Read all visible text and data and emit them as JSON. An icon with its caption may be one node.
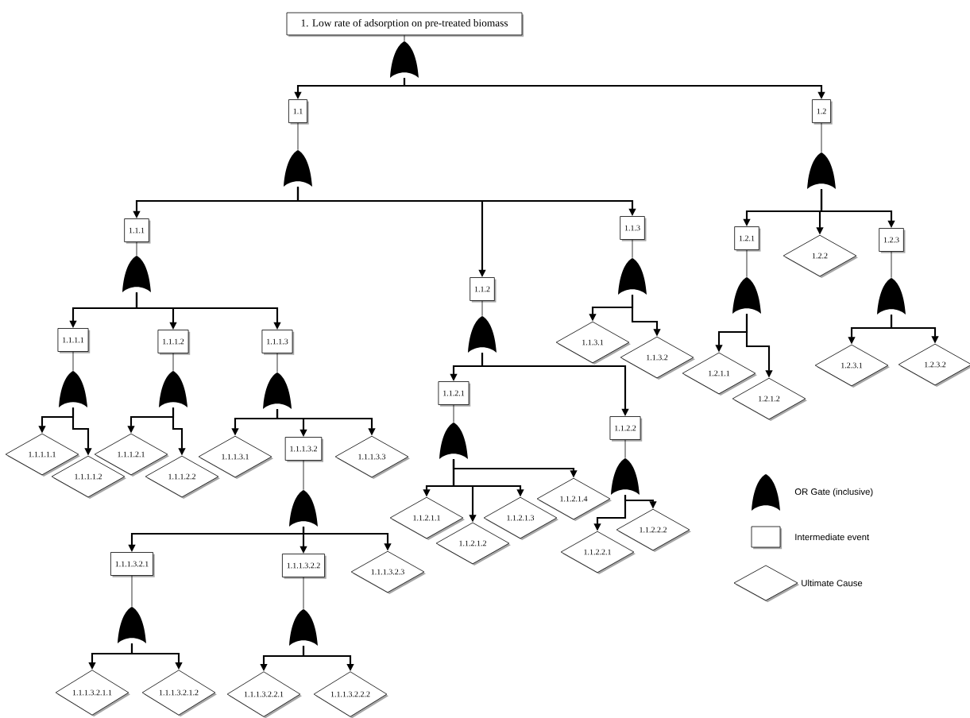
{
  "diagram": {
    "nodes": [
      {
        "text": [
          "1. Low rate of adsorption on pre-treated biomass"
        ]
      },
      {
        "text": [],
        "shape": "gate"
      },
      {
        "text": [
          "1.1"
        ]
      },
      {
        "text": [],
        "shape": "gate"
      },
      {
        "text": [
          "1.1.1"
        ]
      },
      {
        "text": [],
        "shape": "gate"
      },
      {
        "text": [
          "1.1.1.1"
        ]
      },
      {
        "text": [],
        "shape": "gate"
      },
      {
        "text": [
          "1.1.1.1.1"
        ]
      },
      {
        "text": [
          "1.1.1.1.2"
        ]
      },
      {
        "text": [
          "1.1.1.2"
        ]
      },
      {
        "text": [],
        "shape": "gate"
      },
      {
        "text": [
          "1.1.1.2.1"
        ]
      },
      {
        "text": [
          "1.1.1.2.2"
        ]
      },
      {
        "text": [
          "1.1.1.3"
        ]
      },
      {
        "text": [],
        "shape": "gate"
      },
      {
        "text": [
          "1.1.1.3.1"
        ]
      },
      {
        "text": [
          "1.1.1.3.2"
        ]
      },
      {
        "text": [],
        "shape": "gate"
      },
      {
        "text": [
          "1.1.1.3.2.1"
        ]
      },
      {
        "text": [],
        "shape": "gate"
      },
      {
        "text": [
          "1.1.1.3.2.1.1"
        ]
      },
      {
        "text": [
          "1.1.1.3.2.1.2"
        ]
      },
      {
        "text": [
          "1.1.1.3.2.2"
        ]
      },
      {
        "text": [],
        "shape": "gate"
      },
      {
        "text": [
          "1.1.1.3.2.2.1"
        ]
      },
      {
        "text": [
          "1.1.1.3.2.2.2"
        ]
      },
      {
        "text": [
          "1.1.1.3.2.3"
        ]
      },
      {
        "text": [
          "1.1.1.3.3"
        ]
      },
      {
        "text": [
          "1.1.2"
        ]
      },
      {
        "text": [],
        "shape": "gate"
      },
      {
        "text": [
          "1.1.2.1"
        ]
      },
      {
        "text": [],
        "shape": "gate"
      },
      {
        "text": [
          "1.1.2.1.1"
        ]
      },
      {
        "text": [
          "1.1.2.1.2"
        ]
      },
      {
        "text": [
          "1.1.2.1.3"
        ]
      },
      {
        "text": [
          "1.1.2.1.4"
        ]
      },
      {
        "text": [
          "1.1.2.2"
        ]
      },
      {
        "text": [],
        "shape": "gate"
      },
      {
        "text": [
          "1.1.2.2.1"
        ]
      },
      {
        "text": [
          "1.1.2.2.2"
        ]
      },
      {
        "text": [
          "1.1.3"
        ]
      },
      {
        "text": [],
        "shape": "gate"
      },
      {
        "text": [
          "1.1.3.1"
        ]
      },
      {
        "text": [
          "1.1.3.2"
        ]
      },
      {
        "text": [
          "1.2"
        ]
      },
      {
        "text": [],
        "shape": "gate"
      },
      {
        "text": [
          "1.2.1"
        ]
      },
      {
        "text": [],
        "shape": "gate"
      },
      {
        "text": [
          "1.2.1.1"
        ]
      },
      {
        "text": [
          "1.2.1.2"
        ]
      },
      {
        "text": [
          "1.2.2"
        ]
      },
      {
        "text": [
          "1.2.3"
        ]
      },
      {
        "text": [],
        "shape": "gate"
      },
      {
        "text": [
          "1.2.3.1"
        ]
      },
      {
        "text": [
          "1.2.3.2"
        ]
      }
    ],
    "edges": [
      {
        "from": 0,
        "to": 1,
        "arrow": "none"
      },
      {
        "from": 1,
        "to": 2,
        "arrow": "to"
      },
      {
        "from": 1,
        "to": 45,
        "arrow": "to"
      },
      {
        "from": 2,
        "to": 3,
        "arrow": "none"
      },
      {
        "from": 3,
        "to": 4,
        "arrow": "to"
      },
      {
        "from": 3,
        "to": 29,
        "arrow": "to"
      },
      {
        "from": 3,
        "to": 41,
        "arrow": "to"
      },
      {
        "from": 4,
        "to": 5,
        "arrow": "none"
      },
      {
        "from": 5,
        "to": 6,
        "arrow": "to"
      },
      {
        "from": 5,
        "to": 10,
        "arrow": "to"
      },
      {
        "from": 5,
        "to": 14,
        "arrow": "to"
      },
      {
        "from": 6,
        "to": 7,
        "arrow": "none"
      },
      {
        "from": 7,
        "to": 8,
        "arrow": "to"
      },
      {
        "from": 7,
        "to": 9,
        "arrow": "to"
      },
      {
        "from": 10,
        "to": 11,
        "arrow": "none"
      },
      {
        "from": 11,
        "to": 12,
        "arrow": "to"
      },
      {
        "from": 11,
        "to": 13,
        "arrow": "to"
      },
      {
        "from": 14,
        "to": 15,
        "arrow": "none"
      },
      {
        "from": 15,
        "to": 16,
        "arrow": "to"
      },
      {
        "from": 15,
        "to": 17,
        "arrow": "to"
      },
      {
        "from": 15,
        "to": 28,
        "arrow": "to"
      },
      {
        "from": 17,
        "to": 18,
        "arrow": "none"
      },
      {
        "from": 18,
        "to": 19,
        "arrow": "to"
      },
      {
        "from": 18,
        "to": 23,
        "arrow": "to"
      },
      {
        "from": 18,
        "to": 27,
        "arrow": "to"
      },
      {
        "from": 19,
        "to": 20,
        "arrow": "none"
      },
      {
        "from": 20,
        "to": 21,
        "arrow": "to"
      },
      {
        "from": 20,
        "to": 22,
        "arrow": "to"
      },
      {
        "from": 23,
        "to": 24,
        "arrow": "none"
      },
      {
        "from": 24,
        "to": 25,
        "arrow": "to"
      },
      {
        "from": 24,
        "to": 26,
        "arrow": "to"
      },
      {
        "from": 29,
        "to": 30,
        "arrow": "none"
      },
      {
        "from": 30,
        "to": 31,
        "arrow": "to"
      },
      {
        "from": 30,
        "to": 37,
        "arrow": "to"
      },
      {
        "from": 31,
        "to": 32,
        "arrow": "none"
      },
      {
        "from": 32,
        "to": 33,
        "arrow": "to"
      },
      {
        "from": 32,
        "to": 34,
        "arrow": "to"
      },
      {
        "from": 32,
        "to": 35,
        "arrow": "to"
      },
      {
        "from": 32,
        "to": 36,
        "arrow": "to"
      },
      {
        "from": 37,
        "to": 38,
        "arrow": "none"
      },
      {
        "from": 38,
        "to": 39,
        "arrow": "to"
      },
      {
        "from": 38,
        "to": 40,
        "arrow": "to"
      },
      {
        "from": 41,
        "to": 42,
        "arrow": "none"
      },
      {
        "from": 42,
        "to": 43,
        "arrow": "to"
      },
      {
        "from": 42,
        "to": 44,
        "arrow": "to"
      },
      {
        "from": 45,
        "to": 46,
        "arrow": "none"
      },
      {
        "from": 46,
        "to": 47,
        "arrow": "to"
      },
      {
        "from": 46,
        "to": 51,
        "arrow": "to"
      },
      {
        "from": 46,
        "to": 52,
        "arrow": "to"
      },
      {
        "from": 47,
        "to": 48,
        "arrow": "none"
      },
      {
        "from": 48,
        "to": 49,
        "arrow": "to"
      },
      {
        "from": 48,
        "to": 50,
        "arrow": "to"
      },
      {
        "from": 52,
        "to": 53,
        "arrow": "none"
      },
      {
        "from": 53,
        "to": 54,
        "arrow": "to"
      },
      {
        "from": 53,
        "to": 55,
        "arrow": "to"
      }
    ],
    "legend": [
      {
        "text": "OR Gate (inclusive)"
      },
      {
        "text": "Intermediate event"
      },
      {
        "text": "Ultimate Cause"
      }
    ]
  }
}
